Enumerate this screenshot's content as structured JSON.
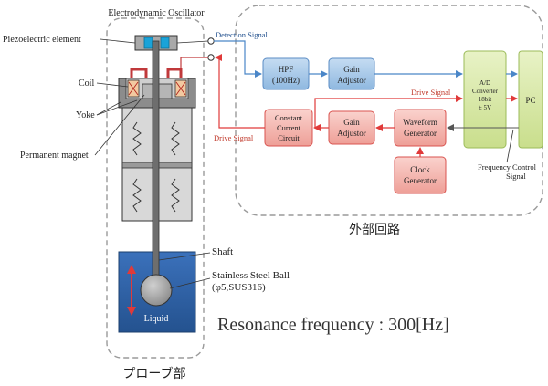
{
  "probe": {
    "title": "Electrodynamic Oscillator",
    "section_label": "プローブ部",
    "labels": {
      "piezo": "Piezoelectric element",
      "coil": "Coil",
      "yoke": "Yoke",
      "magnet": "Permanent magnet",
      "shaft": "Shaft",
      "ball_line1": "Stainless Steel Ball",
      "ball_line2": "(φ5,SUS316)",
      "liquid": "Liquid"
    }
  },
  "circuit": {
    "section_label": "外部回路",
    "blocks": {
      "hpf_line1": "HPF",
      "hpf_line2": "(100Hz)",
      "gain1_line1": "Gain",
      "gain1_line2": "Adjustor",
      "adc_line1": "A/D",
      "adc_line2": "Converter",
      "adc_line3": "18bit",
      "adc_line4": "± 5V",
      "pc": "PC",
      "ccc_line1": "Constant",
      "ccc_line2": "Current",
      "ccc_line3": "Circuit",
      "gain2_line1": "Gain",
      "gain2_line2": "Adjustor",
      "wave_line1": "Waveform",
      "wave_line2": "Generator",
      "clock_line1": "Clock",
      "clock_line2": "Generator"
    },
    "signals": {
      "detection": "Detection Signal",
      "drive_top": "Drive Signal",
      "drive_left": "Drive Signal",
      "freq_line1": "Frequency Control",
      "freq_line2": "Signal"
    }
  },
  "resonance": "Resonance frequency : 300[Hz]",
  "colors": {
    "blue_box": "#9dc3e6",
    "blue_stroke": "#5b8cc4",
    "red_box": "#f4b6b0",
    "red_stroke": "#d9534f",
    "green_box": "#d7e8a6",
    "green_stroke": "#9bbb59",
    "liquid": "#2e63ae",
    "signal_blue": "#4a86c8",
    "signal_red": "#e03a3a"
  }
}
